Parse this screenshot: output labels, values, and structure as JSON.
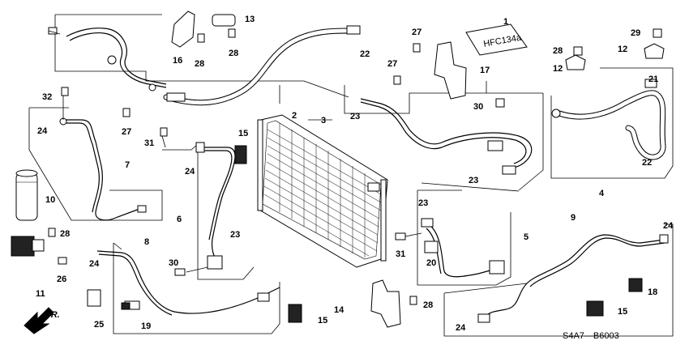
{
  "diagram": {
    "code": "S4A7—B6003",
    "direction_label": "FR.",
    "callouts": [
      "1",
      "2",
      "3",
      "4",
      "5",
      "6",
      "7",
      "8",
      "9",
      "10",
      "11",
      "12",
      "12",
      "13",
      "14",
      "15",
      "15",
      "15",
      "16",
      "17",
      "18",
      "19",
      "20",
      "21",
      "22",
      "22",
      "23",
      "23",
      "23",
      "23",
      "24",
      "24",
      "24",
      "24",
      "24",
      "25",
      "26",
      "27",
      "27",
      "27",
      "28",
      "28",
      "28",
      "28",
      "28",
      "29",
      "30",
      "30",
      "31",
      "31",
      "32"
    ],
    "plate_text": "HFC134a",
    "icons": [
      "arrow-fr-icon",
      "condenser-icon",
      "receiver-dryer-icon"
    ]
  }
}
